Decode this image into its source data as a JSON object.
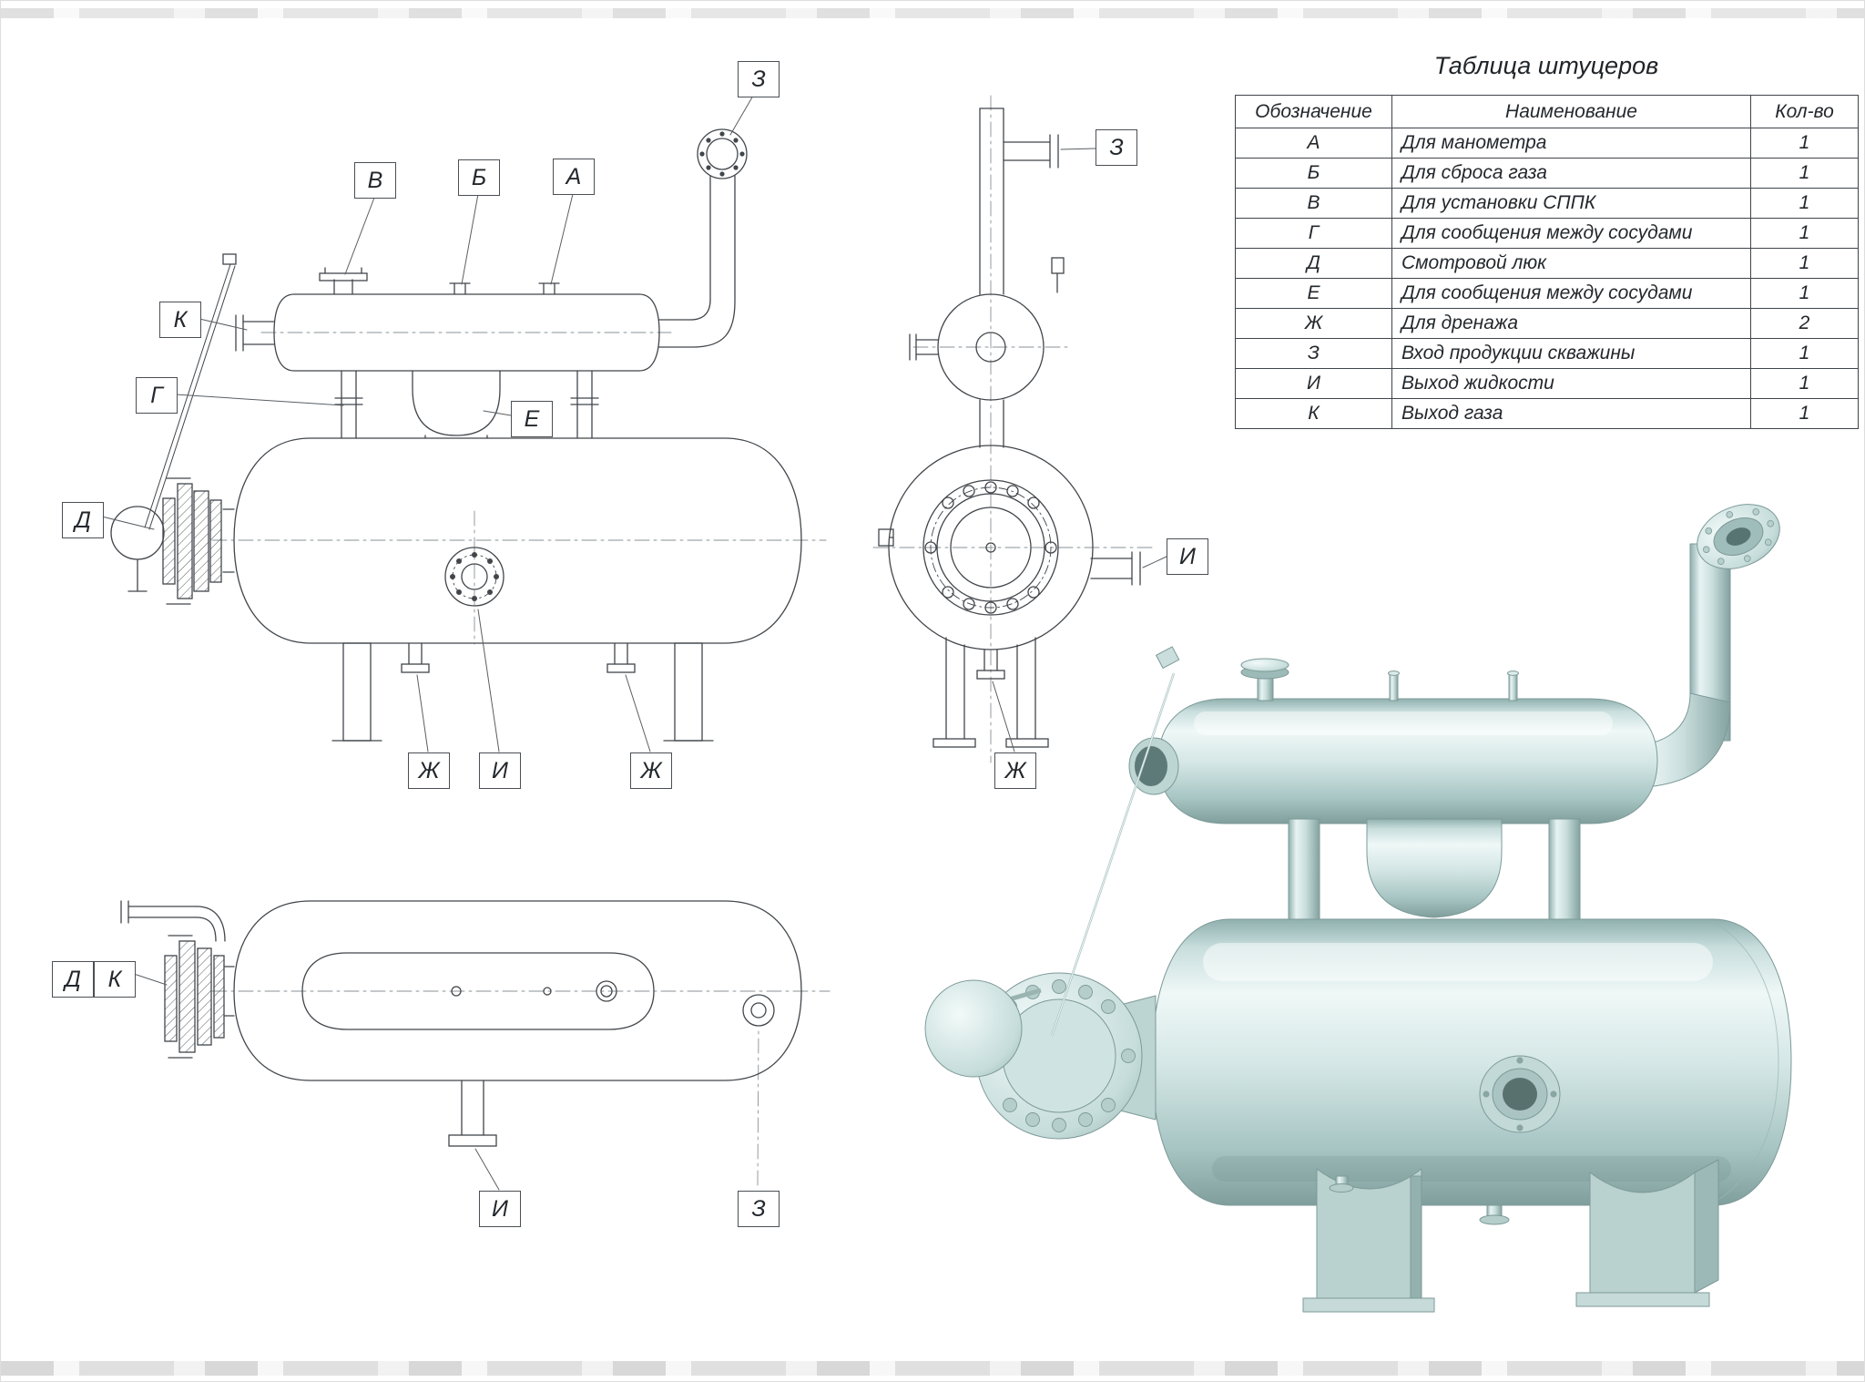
{
  "nozzle_table": {
    "title": "Таблица штуцеров",
    "columns": [
      "Обозначение",
      "Наименование",
      "Кол-во"
    ],
    "rows": [
      {
        "mark": "А",
        "name": "Для манометра",
        "qty": "1"
      },
      {
        "mark": "Б",
        "name": "Для сброса газа",
        "qty": "1"
      },
      {
        "mark": "В",
        "name": "Для установки СППК",
        "qty": "1"
      },
      {
        "mark": "Г",
        "name": "Для сообщения между сосудами",
        "qty": "1"
      },
      {
        "mark": "Д",
        "name": "Смотровой люк",
        "qty": "1"
      },
      {
        "mark": "Е",
        "name": "Для сообщения между сосудами",
        "qty": "1"
      },
      {
        "mark": "Ж",
        "name": "Для дренажа",
        "qty": "2"
      },
      {
        "mark": "З",
        "name": "Вход продукции скважины",
        "qty": "1"
      },
      {
        "mark": "И",
        "name": "Выход жидкости",
        "qty": "1"
      },
      {
        "mark": "К",
        "name": "Выход газа",
        "qty": "1"
      }
    ]
  },
  "callouts": {
    "side": {
      "z": "З",
      "v": "В",
      "b": "Б",
      "a": "А",
      "k": "К",
      "g": "Г",
      "e": "Е",
      "d": "Д",
      "zh_left": "Ж",
      "i": "И",
      "zh_right": "Ж"
    },
    "end": {
      "z": "З",
      "i": "И",
      "zh": "Ж"
    },
    "top": {
      "d": "Д",
      "k": "К",
      "i": "И",
      "z": "З"
    }
  },
  "colors": {
    "drawing_line": "#41464b",
    "centerline": "#6d7378",
    "render_base": "#cfe2e1",
    "render_highlight": "#eff8f7",
    "render_shadow": "#7f9e9c"
  }
}
